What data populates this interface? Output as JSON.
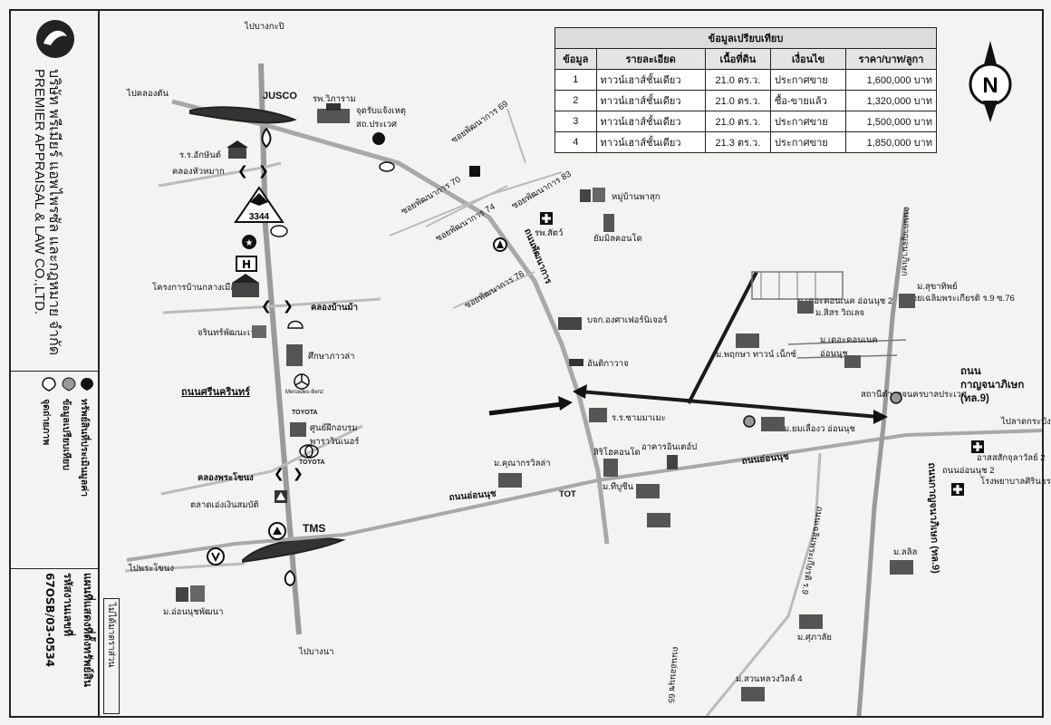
{
  "company": {
    "name_th": "บริษัท พรีเมียร์ แอพไพรซัล และกฎหมาย จำกัด",
    "name_en": "PREMIER APPRAISAL & LAW CO.,LTD."
  },
  "legend": {
    "subject_property": "ทรัพย์สินที่ประเมินมูลค่า",
    "comparables": "ข้อมูลเปรียบเทียบ",
    "photo_point": "จุดถ่ายภาพ"
  },
  "map_title": "แผนที่แสดงที่ตั้งทรัพย์สิน",
  "job_code_label": "รหัสงานเลขที่",
  "job_code": "67OSB/03-0534",
  "scale_note": "ไม่ได้มาตราส่วน",
  "table": {
    "title": "ข้อมูลเปรียบเทียบ",
    "headers": [
      "ข้อมูล",
      "รายละเอียด",
      "เนื้อที่ดิน",
      "เงื่อนไข",
      "ราคา/บาท/ลูกา"
    ],
    "rows": [
      [
        "1",
        "ทาวน์เฮาส์ชั้นเดียว",
        "21.0 ตร.ว.",
        "ประกาศขาย",
        "1,600,000 บาท"
      ],
      [
        "2",
        "ทาวน์เฮาส์ชั้นเดียว",
        "21.0 ตร.ว.",
        "ซื้อ-ขายแล้ว",
        "1,320,000 บาท"
      ],
      [
        "3",
        "ทาวน์เฮาส์ชั้นเดียว",
        "21.0 ตร.ว.",
        "ประกาศขาย",
        "1,500,000 บาท"
      ],
      [
        "4",
        "ทาวน์เฮาส์ชั้นเดียว",
        "21.3 ตร.ว.",
        "ประกาศขาย",
        "1,850,000 บาท"
      ]
    ]
  },
  "compass_letter": "N",
  "labels": {
    "to_bang_kapi": "ไปบางกะปิ",
    "to_khlong_ton": "ไปคลองตัน",
    "jusco": "JUSCO",
    "vibharam": "รพ.วิภาราม",
    "trade_school": "จุดรับแจ้งเหตุ\nสถ.ประเวศ",
    "school_ankan": "ร.ร.อักษันต์",
    "khlong_hua_mak": "คลองหัวหมาก",
    "soi69": "ซอยพัฒนาการ 69",
    "soi70": "ซอยพัฒนาการ 70",
    "soi74": "ซอยพัฒนาการ 74",
    "soi83": "ซอยพัฒนาการ 83",
    "soi76": "ซอยพัฒนาการ 76",
    "village_suk": "หมู่บ้านพาสุก",
    "vet": "รพ.สัตว์",
    "condo_1": "ยัมมิลคอนโด",
    "road_pattanakarn": "ถนนพัฒนาการ",
    "project_bangkruai": "โครงการบ้านกลางเมือง",
    "khlong_ban_ma": "คลองบ้านม้า",
    "gas_rinthorn": "จรินทร์พัฒนะเวย์",
    "sports_center": "ศึกษาภาวล่า",
    "srinakarin": "ถนนศรีนครินทร์",
    "training_center": "ศูนย์ฝึกอบรม\nพาราวินเนอร์",
    "benz_label": "Mercedes-Benz",
    "toyota_label_1": "TOYOTA",
    "toyota_label_2": "TOYOTA",
    "khlong_phrakhanong": "คลองพระโขนง",
    "market_somkhit": "ตลาดเอ่งเงินสมบัติ",
    "tms": "TMS",
    "to_phra_khanong": "ไปพระโขนง",
    "on_nut_phatthana": "ม.อ่อนนุชพัฒนา",
    "to_bang_na": "ไปบางนา",
    "pttor": "บจก.องศาเฟอร์นิเจอร์",
    "ansit": "อันติกาวาจ",
    "school_jamamo": "ร.ร.ซามมาเมะ",
    "m_phruksa": "ม.พฤกษา ทาวน์ เน็กซ์",
    "the_condo": "ม.เดอะคอนเนค อ่อนนุช 2",
    "m_sirisarn": "ม.สิสร วิถเลจ",
    "m_connect_on_nut": "ม.เดอะคอนเนค\nอ่อนนุช",
    "m_sukhothai": "ม.สุขาทิพย์",
    "soi_chaloem": "ซอยเฉลิมพระเกียรติ ร.9 ซ.76",
    "station": "สถานีตำรวจนครบาลประเวศ",
    "kanchana_road": "ถนน\nกาญจนาภิเษก\n(ทล.9)",
    "to_lat_krabang": "ไปลาดกระบัง",
    "m_amorn": "ม.ยมเลื่องว อ่อนนุช",
    "kunakorn": "ม.คุณากรวิลล่า",
    "siri_condo": "สิริโฮคอนโด",
    "building": "อาคารอินเตอ์ป",
    "onnut_road": "ถนนอ่อนนุช",
    "m_kibun": "ม.ทีบูซีน",
    "tot": "TOT",
    "onnut_road2": "ถนนอ่อนนุช",
    "hospital": "อาสสสักจุลาวัลย์ 2",
    "phrapradaeng": "โรงพยาบาลศิรินธร",
    "kanchana_vertical": "ถนนกาญจนาภิเษก (ทล.9)",
    "m_lalit": "ม.ลลิล",
    "m_sukalai": "ม.ศุภาลัย",
    "chaloem_road": "ถนนเฉลิมพระเกียรติ ร.9",
    "m_suan_luang": "ม.สวนหลวงวิลล์ 4",
    "soi_on_nut_65": "ถนนอ่อนนุช 65",
    "onnut_2": "ถนนอ่อนนุช 2",
    "kanchana_top": "ถนนกาญจนาภิเษก",
    "station_3344": "3344"
  }
}
